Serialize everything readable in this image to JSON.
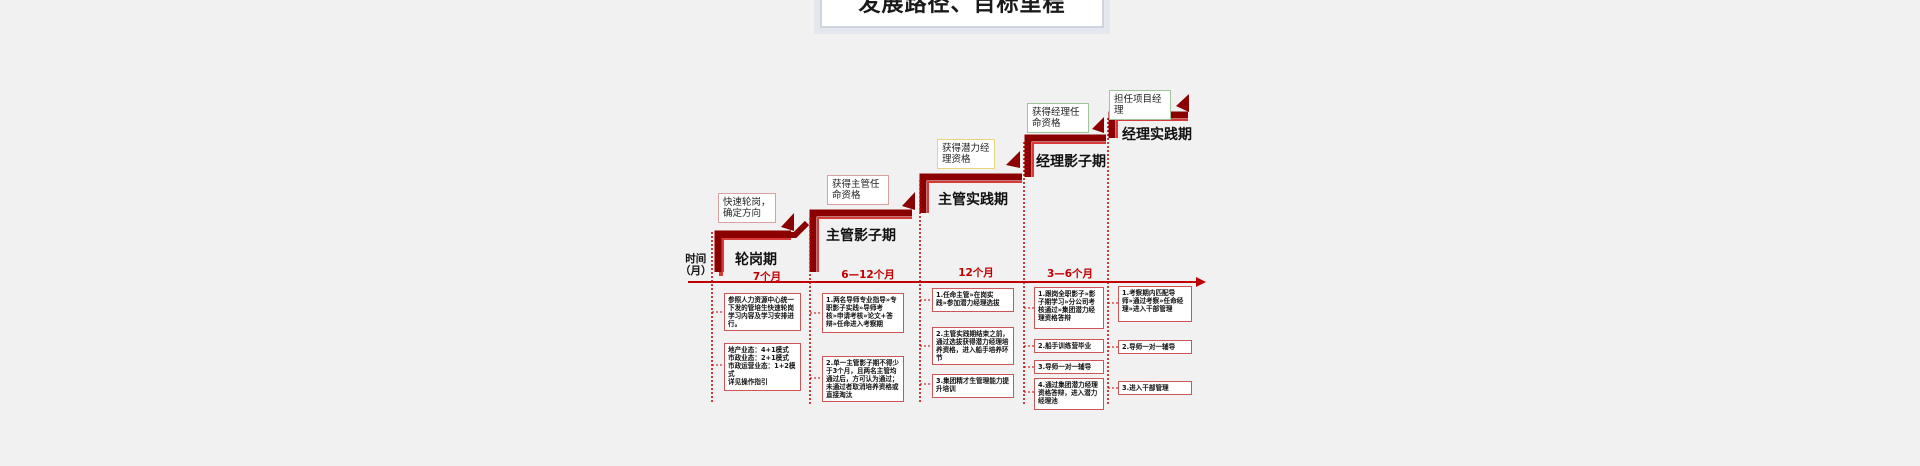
{
  "title": "发展路径、目标里程",
  "time_label_line1": "时间",
  "time_label_line2": "（月）",
  "colors": {
    "accent": "#c00000",
    "step_dark": "#8b0000",
    "step_light": "#d83a3a"
  },
  "stages": [
    {
      "name": "轮岗期",
      "duration": "7个月",
      "milestone": "快速轮岗，确定方向"
    },
    {
      "name": "主管影子期",
      "duration": "6—12个月",
      "milestone": "获得主管任命资格"
    },
    {
      "name": "主管实践期",
      "duration": "12个月",
      "milestone": "获得潜力经理资格"
    },
    {
      "name": "经理影子期",
      "duration": "3—6个月",
      "milestone": "获得经理任命资格"
    },
    {
      "name": "经理实践期",
      "duration": "",
      "milestone": "担任项目经理"
    }
  ],
  "details": {
    "col1": [
      "参照人力资源中心统一下发的管培生快速轮岗学习内容及学习安排进行。",
      "地产业态：4+1模式\n市政业态：2+1模式\n市政运营业态：1+2模式\n详见操作指引"
    ],
    "col2": [
      "1.两名导师专业指导»专职影子实践»导师考核»申请考核»论文+答辩»任命进入考察期",
      "2.单一主管影子期不得少于3个月，且两名主管均通过后，方可认为通过；未通过者取消培养资格或直接淘汰"
    ],
    "col3": [
      "1.任命主管»在岗实践»参加潜力经理选拔",
      "2.主管实践期结束之前，通过选拔获得潜力经理培养资格，进入船手培养环节",
      "3.集团精才生管理能力提升培训"
    ],
    "col4": [
      "1.跟岗全职影子»影子期学习»分公司考核通过»集团潜力经理资格答辩",
      "2.船手训练营毕业",
      "3.导师一对一辅导",
      "4.通过集团潜力经理资格答辩，进入潜力经理池"
    ],
    "col5": [
      "1.考察期内匹配导师»通过考察»任命经理»进入干部管理",
      "2.导师一对一辅导",
      "3.进入干部管理"
    ]
  }
}
